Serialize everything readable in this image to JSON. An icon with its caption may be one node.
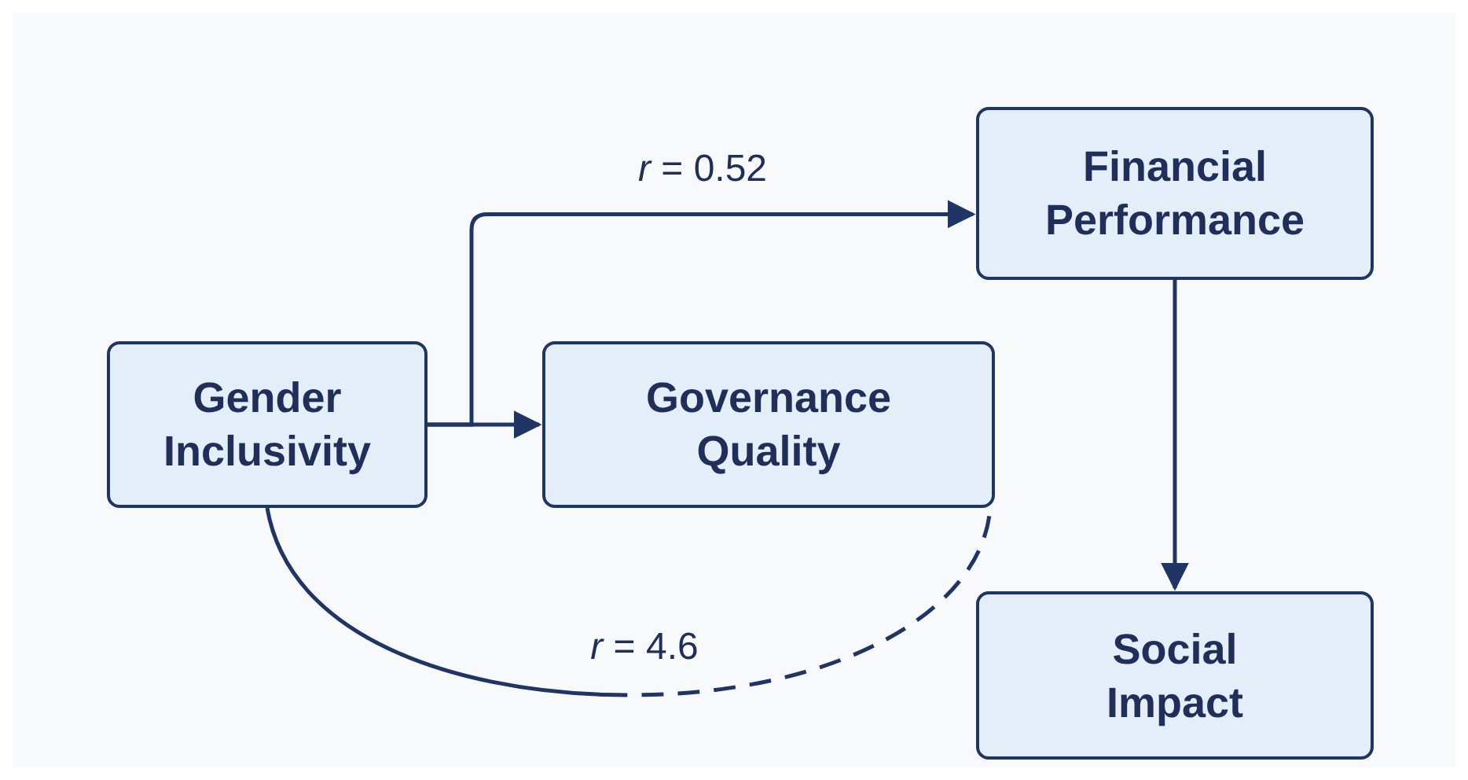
{
  "diagram": {
    "nodes": [
      {
        "text": [
          "Gender Inclusivity"
        ]
      },
      {
        "text": [
          "Governance Quality"
        ]
      },
      {
        "text": [
          "Financial Performance"
        ]
      },
      {
        "text": [
          "Social Impact"
        ]
      }
    ],
    "edges": [
      {
        "from": 0,
        "to": 2,
        "arrow": "to",
        "label": "*r* = 0.52"
      },
      {
        "from": 0,
        "to": 1,
        "arrow": "to"
      },
      {
        "from": 2,
        "to": 3,
        "arrow": "to"
      },
      {
        "from": 0,
        "to": 1,
        "arrow": "none",
        "label": "*r* = 4.6",
        "style": "dashed"
      }
    ]
  }
}
